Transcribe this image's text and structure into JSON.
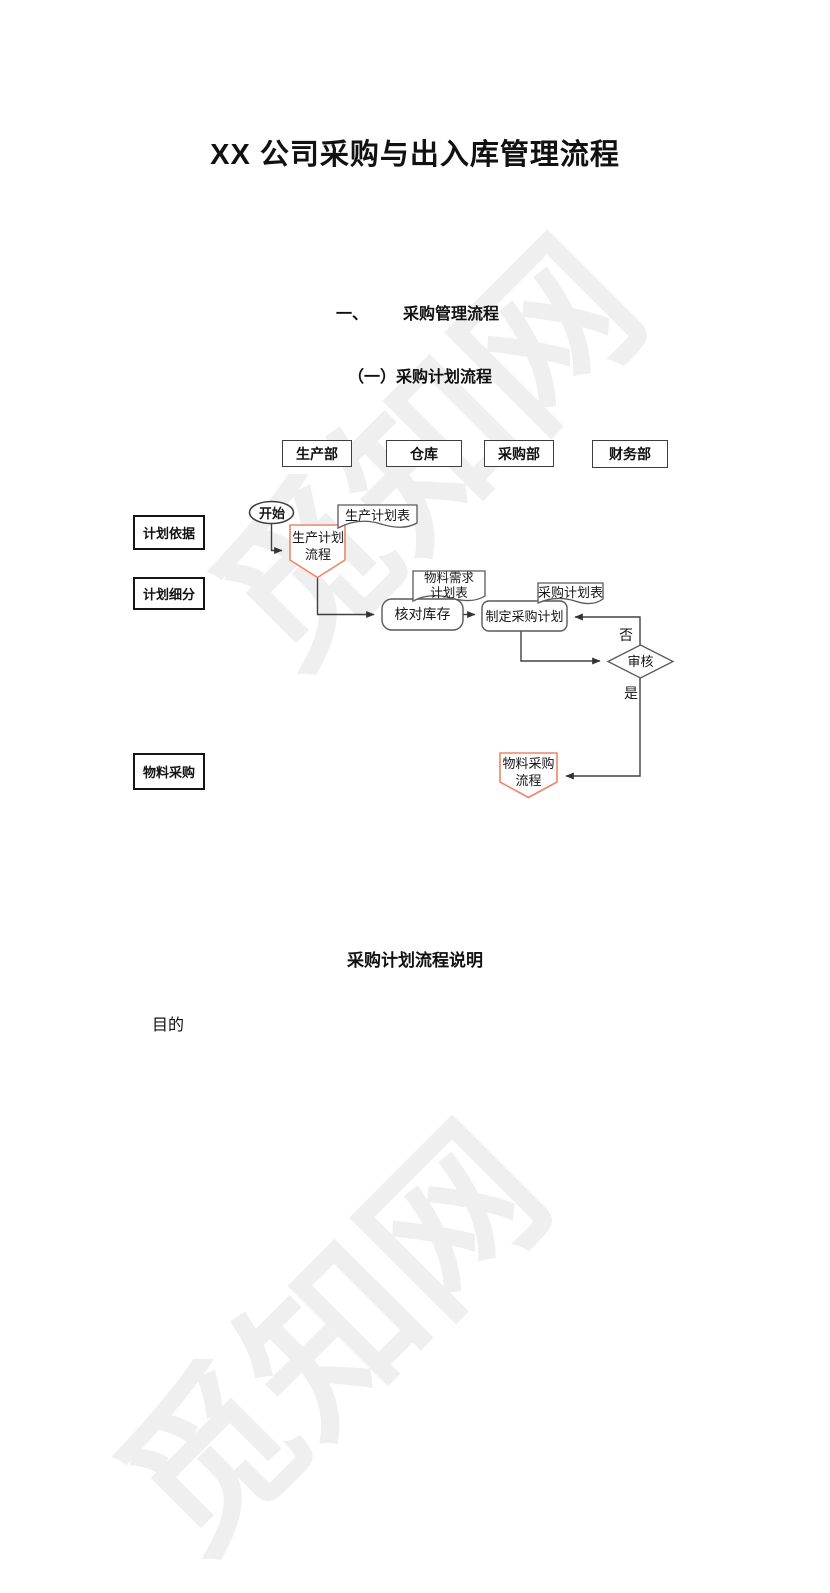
{
  "document": {
    "title": "XX 公司采购与出入库管理流程",
    "section_number": "一、",
    "section_title": "采购管理流程",
    "subsection_title": "（一）采购计划流程",
    "notes_heading": "采购计划流程说明",
    "notes_item": "目的",
    "watermark_text": "觅知网"
  },
  "flowchart": {
    "swimlane_headers": [
      "生产部",
      "仓库",
      "采购部",
      "财务部"
    ],
    "stage_labels": [
      "计划依据",
      "计划细分",
      "物料采购"
    ],
    "nodes": {
      "start": "开始",
      "production_plan_doc": "生产计划表",
      "production_plan_process_line1": "生产计划",
      "production_plan_process_line2": "流程",
      "material_requirement_doc_line1": "物料需求",
      "material_requirement_doc_line2": "计划表",
      "check_inventory": "核对库存",
      "purchase_plan_doc": "采购计划表",
      "make_purchase_plan": "制定采购计划",
      "review": "审核",
      "branch_no": "否",
      "branch_yes": "是",
      "material_purchase_process_line1": "物料采购",
      "material_purchase_process_line2": "流程"
    },
    "colors": {
      "process_highlight": "#ED8568",
      "connector": "#404040",
      "shape_border": "#595959"
    }
  }
}
